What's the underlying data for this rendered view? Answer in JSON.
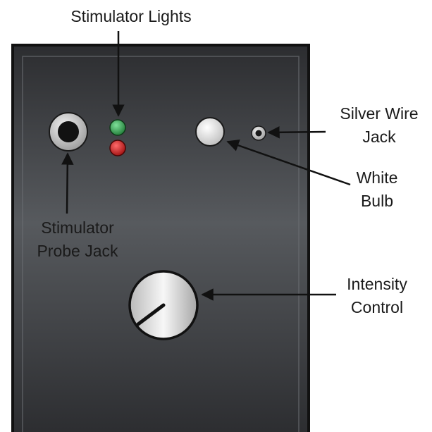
{
  "labels": {
    "stimulator_lights": "Stimulator Lights",
    "silver_wire_jack": {
      "line1": "Silver Wire",
      "line2": "Jack"
    },
    "white_bulb": {
      "line1": "White",
      "line2": "Bulb"
    },
    "stimulator_probe_jack": {
      "line1": "Stimulator",
      "line2": "Probe Jack"
    },
    "intensity_control": {
      "line1": "Intensity",
      "line2": "Control"
    }
  },
  "colors": {
    "box_dark": "#2f3033",
    "box_mid": "#56585c",
    "green_light": "#2f9a4a",
    "red_light": "#c41818",
    "knob_silver": "#d8d8d8"
  }
}
